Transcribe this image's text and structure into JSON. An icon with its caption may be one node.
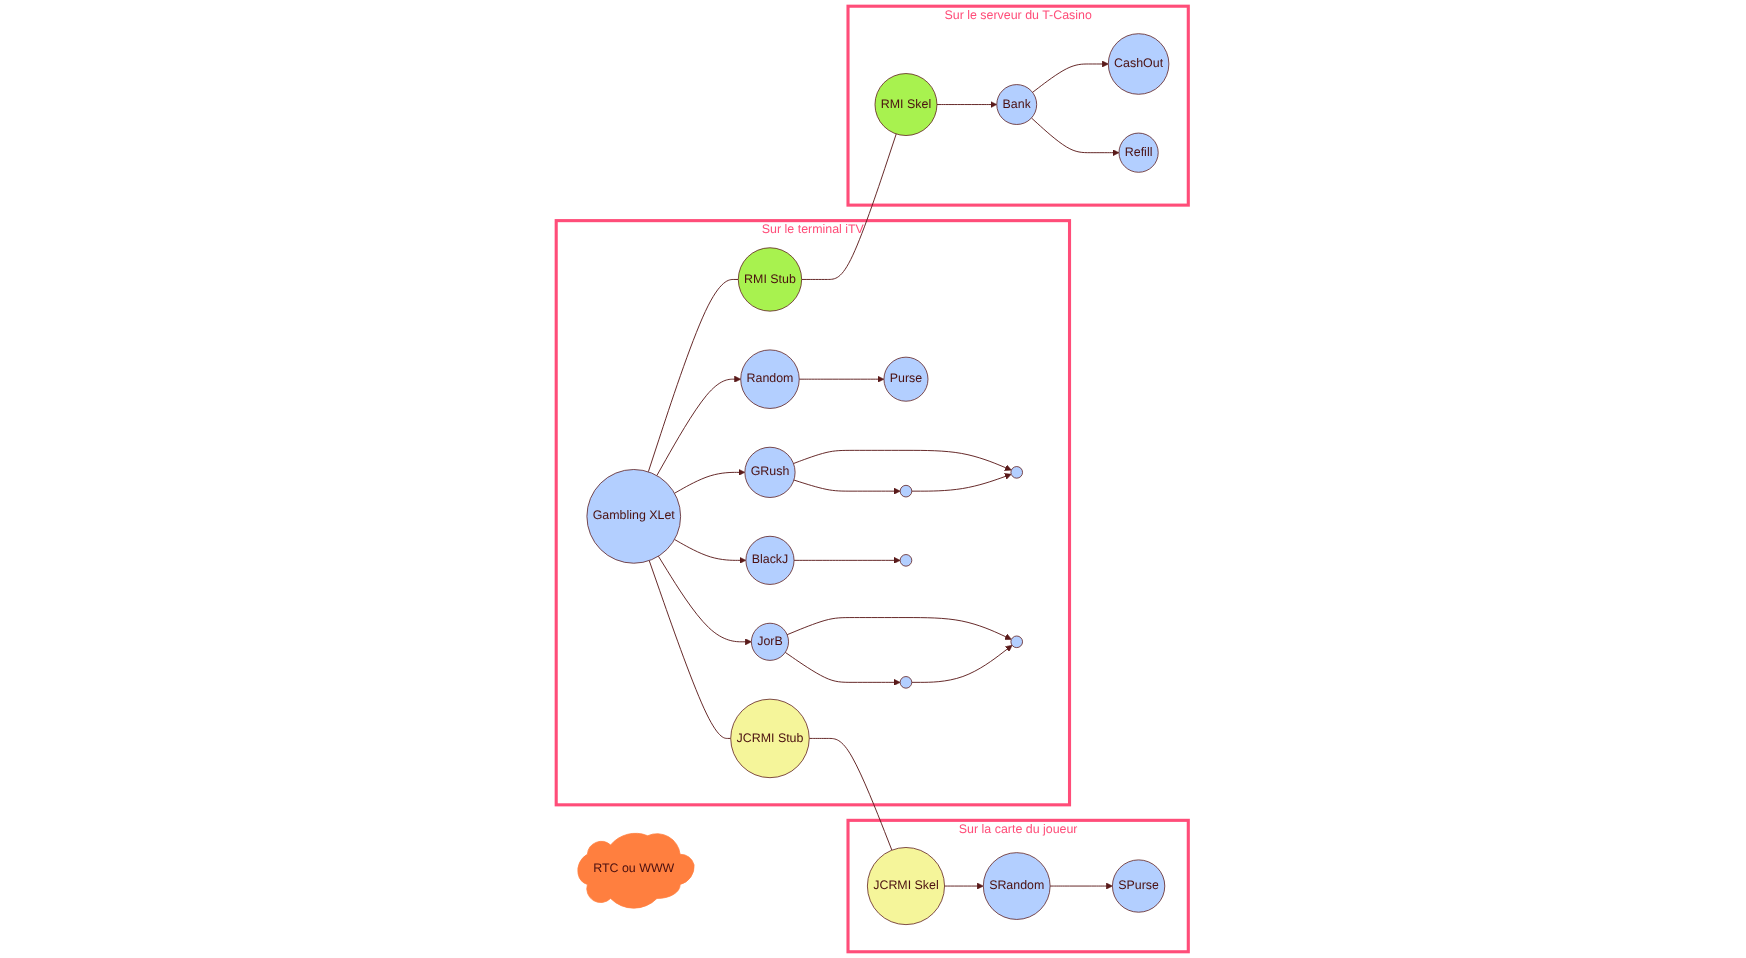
{
  "diagram": {
    "nodes": [
      {
        "text": [
          "Sur la carte du joueur"
        ]
      },
      {
        "text": [
          "SRandom"
        ],
        "in": 0
      },
      {
        "text": [
          "SPurse"
        ],
        "in": 0
      },
      {
        "text": [
          "JCRMI Skel"
        ],
        "in": 0
      },
      {
        "text": [
          "Sur le terminal iTV"
        ]
      },
      {
        "text": [
          "JCRMI Stub"
        ],
        "in": 4
      },
      {
        "text": [
          "Gambling XLet"
        ],
        "in": 4
      },
      {
        "text": [
          "RMI Stub"
        ],
        "in": 4
      },
      {
        "text": [
          "Random"
        ],
        "in": 4
      },
      {
        "text": [
          "Purse"
        ],
        "in": 4
      },
      {
        "text": [
          "GRush"
        ],
        "in": 4
      },
      {
        "text": [
          "JorB"
        ],
        "in": 4
      },
      {
        "text": [
          "BlackJ"
        ],
        "in": 4
      },
      {
        "text": [],
        "shape": "circle",
        "in": 4
      },
      {
        "text": [],
        "shape": "circle",
        "in": 4
      },
      {
        "text": [],
        "shape": "circle",
        "in": 4
      },
      {
        "text": [],
        "shape": "circle",
        "in": 4
      },
      {
        "text": [],
        "shape": "circle",
        "in": 4
      },
      {
        "text": [
          "RTC ou WWW"
        ]
      },
      {
        "text": [
          "Sur le serveur du T-Casino"
        ]
      },
      {
        "text": [
          "RMI Skel"
        ],
        "in": 19
      },
      {
        "text": [
          "Bank"
        ],
        "in": 19
      },
      {
        "text": [
          "CashOut"
        ],
        "in": 19
      },
      {
        "text": [
          "Refill"
        ],
        "in": 19
      }
    ],
    "edges": [
      {
        "from": 3,
        "to": 1,
        "arrow": "to"
      },
      {
        "from": 1,
        "to": 2,
        "arrow": "to"
      },
      {
        "from": 5,
        "to": 3,
        "arrow": "none"
      },
      {
        "from": 6,
        "to": 5,
        "arrow": "none"
      },
      {
        "from": 6,
        "to": 8,
        "arrow": "to"
      },
      {
        "from": 6,
        "to": 10,
        "arrow": "to"
      },
      {
        "from": 6,
        "to": 11,
        "arrow": "to"
      },
      {
        "from": 6,
        "to": 12,
        "arrow": "to"
      },
      {
        "from": 8,
        "to": 9,
        "arrow": "to"
      },
      {
        "from": 10,
        "to": 13,
        "arrow": "to"
      },
      {
        "from": 10,
        "to": 14,
        "arrow": "to"
      },
      {
        "from": 13,
        "to": 14,
        "arrow": "to"
      },
      {
        "from": 11,
        "to": 15,
        "arrow": "to"
      },
      {
        "from": 11,
        "to": 16,
        "arrow": "to"
      },
      {
        "from": 16,
        "to": 15,
        "arrow": "to"
      },
      {
        "from": 12,
        "to": 17,
        "arrow": "to"
      },
      {
        "from": 6,
        "to": 7,
        "arrow": "none"
      },
      {
        "from": 7,
        "to": 20,
        "arrow": "none"
      },
      {
        "from": 20,
        "to": 21,
        "arrow": "to"
      },
      {
        "from": 21,
        "to": 22,
        "arrow": "to"
      },
      {
        "from": 21,
        "to": 23,
        "arrow": "to"
      }
    ]
  }
}
